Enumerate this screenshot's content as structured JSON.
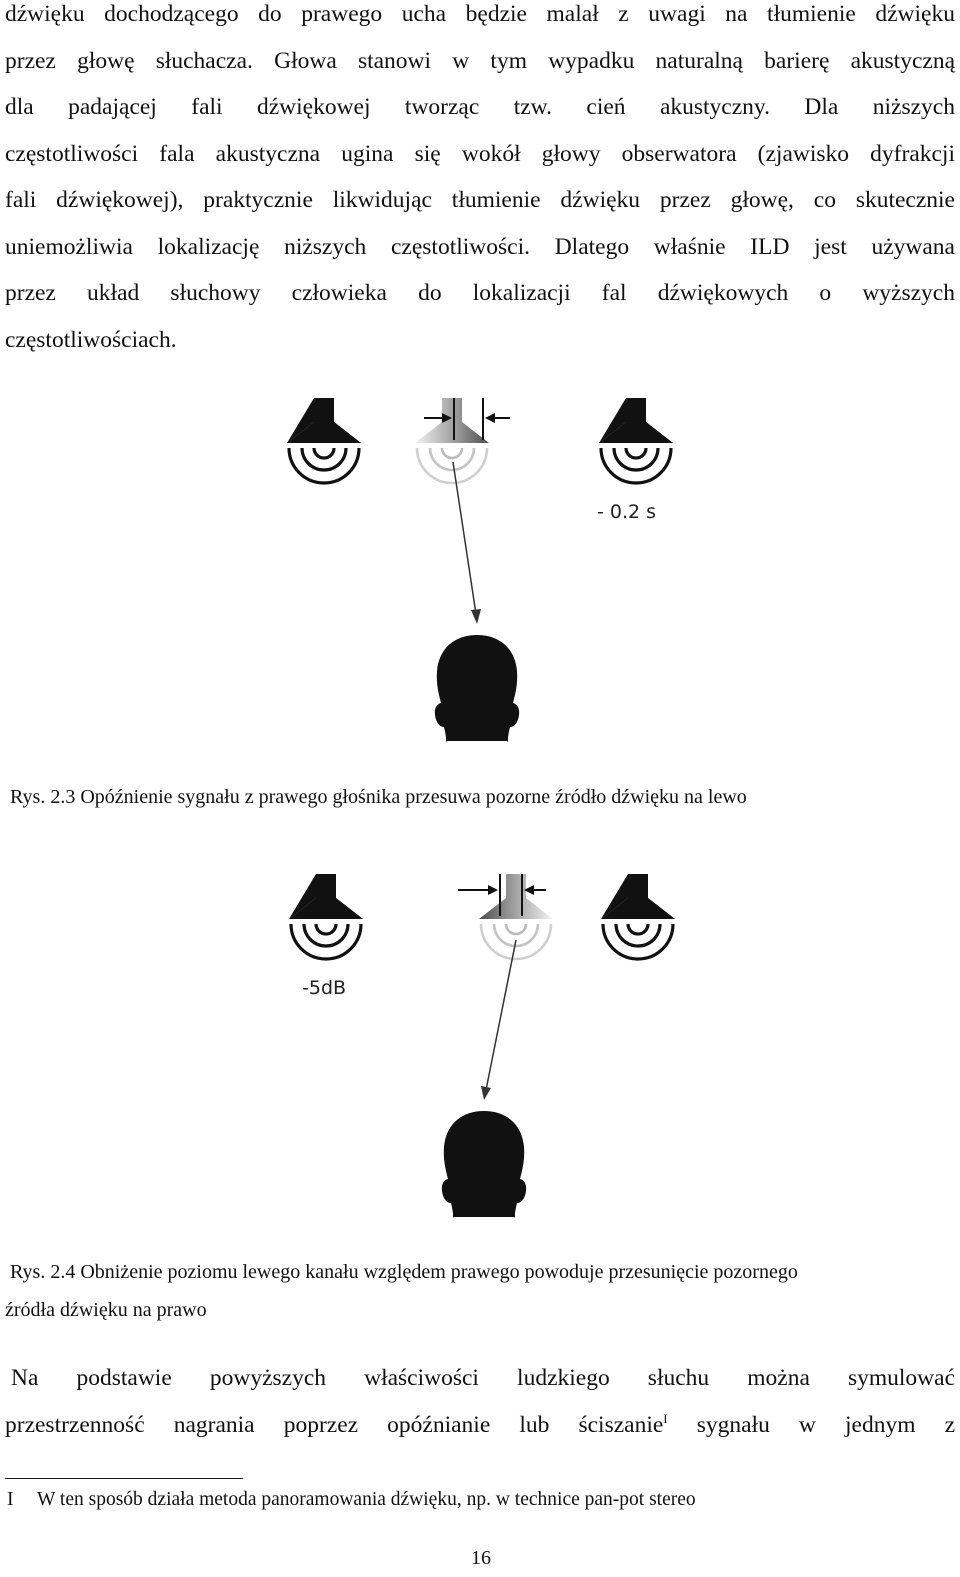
{
  "page_number": "16",
  "top_paragraph": [
    "dźwięku dochodzącego do prawego ucha będzie malał z uwagi na tłumienie dźwięku",
    "przez głowę słuchacza. Głowa stanowi w tym wypadku naturalną barierę akustyczną",
    "dla padającej fali dźwiękowej tworząc tzw. cień akustyczny. Dla niższych",
    "częstotliwości fala akustyczna ugina się wokół głowy obserwatora (zjawisko dyfrakcji",
    "fali dźwiękowej), praktycznie likwidując tłumienie dźwięku przez głowę, co skutecznie",
    "uniemożliwia lokalizację niższych częstotliwości. Dlatego właśnie ILD jest używana",
    "przez układ słuchowy człowieka do lokalizacji fal dźwiękowych o wyższych",
    "częstotliwościach."
  ],
  "figure1": {
    "label": "- 0.2 s",
    "caption": "Rys. 2.3 Opóźnienie sygnału z prawego głośnika przesuwa pozorne źródło dźwięku na lewo"
  },
  "figure2": {
    "label": "-5dB",
    "caption_line1": "Rys. 2.4 Obniżenie poziomu lewego kanału względem prawego powoduje przesunięcie pozornego",
    "caption_line2": "źródła dźwięku na prawo"
  },
  "bottom_paragraph": {
    "line1": "Na podstawie powyższych właściwości ludzkiego słuchu można symulować",
    "line2_before": "przestrzenność nagrania poprzez opóźnianie lub ściszanie",
    "line2_sup": "I",
    "line2_after": " sygnału w jednym z"
  },
  "footnote": {
    "mark": "I",
    "text": "W ten sposób działa metoda panoramowania dźwięku, np. w technice pan-pot stereo"
  }
}
